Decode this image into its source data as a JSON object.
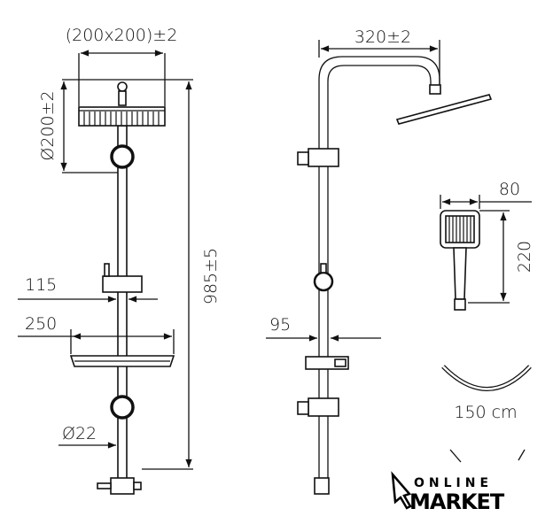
{
  "front_view": {
    "head_size": "(200x200)±2",
    "head_diameter": "Ø200±2",
    "total_height": "985±5",
    "holder_width": "115",
    "shelf_width": "250",
    "pipe_diameter": "Ø22"
  },
  "side_view": {
    "arm_length": "320±2",
    "depth": "95"
  },
  "hand_shower": {
    "width": "80",
    "height": "220"
  },
  "hose": {
    "length": "150 cm"
  },
  "logo": {
    "line1": "ONLINE",
    "line2": "MARKET"
  }
}
